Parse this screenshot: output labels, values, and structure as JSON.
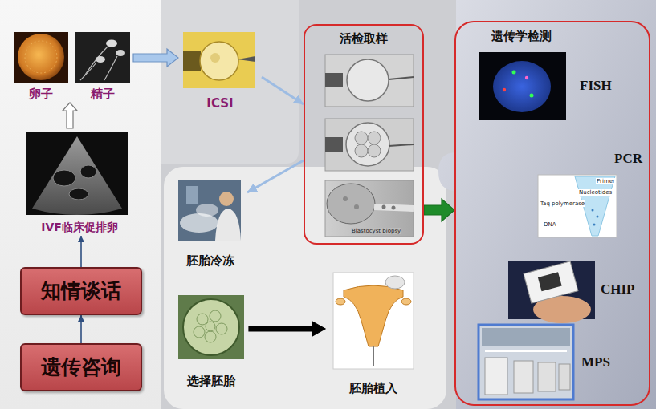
{
  "diagram": {
    "nodes": [
      {
        "text": [
          "遗传咨询"
        ]
      },
      {
        "text": [
          "知情谈话"
        ]
      },
      {
        "text": [
          "IVF临床促排卵"
        ]
      },
      {
        "text": [
          "卵子"
        ]
      },
      {
        "text": [
          "精子"
        ]
      },
      {
        "text": [
          "ICSI"
        ]
      },
      {
        "text": [
          "活检取样"
        ]
      },
      {
        "text": [
          "遗传学检测"
        ]
      },
      {
        "text": [
          "FISH"
        ],
        "in": 7
      },
      {
        "text": [
          "PCR"
        ],
        "in": 7
      },
      {
        "text": [
          "CHIP"
        ],
        "in": 7
      },
      {
        "text": [
          "MPS"
        ],
        "in": 7
      },
      {
        "text": [
          "胚胎冷冻"
        ]
      },
      {
        "text": [
          "选择胚胎"
        ]
      },
      {
        "text": [
          "胚胎植入"
        ]
      }
    ],
    "edges": [
      {
        "from": 0,
        "to": 1,
        "arrow": "to"
      },
      {
        "from": 1,
        "to": 2,
        "arrow": "to"
      },
      {
        "from": 2,
        "to": 3,
        "arrow": "to"
      },
      {
        "from": 4,
        "to": 5,
        "arrow": "to"
      },
      {
        "from": 5,
        "to": 6,
        "arrow": "to"
      },
      {
        "from": 6,
        "to": 12,
        "arrow": "to"
      },
      {
        "from": 6,
        "to": 7,
        "arrow": "to"
      },
      {
        "from": 13,
        "to": 14,
        "arrow": "to"
      }
    ],
    "labels": [
      "Blastocyst biopsy",
      "Primer",
      "Nucleotides",
      "Taq polymerase",
      "DNA"
    ]
  }
}
